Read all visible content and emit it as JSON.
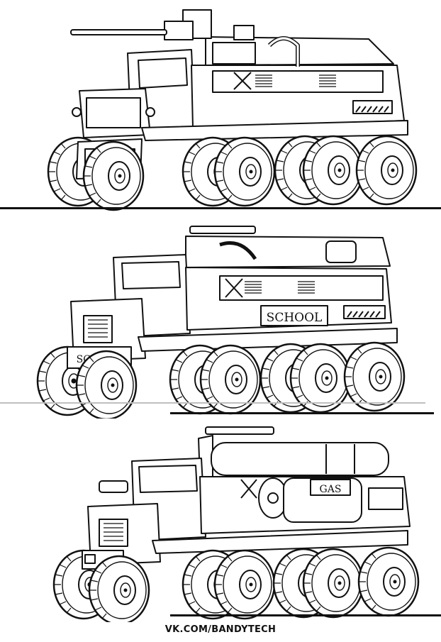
{
  "artwork": {
    "panels": [
      {
        "id": "armored",
        "sign_text": ""
      },
      {
        "id": "school",
        "sign_text": "SCHOOL",
        "front_sign_text": "SCHOOL"
      },
      {
        "id": "gas",
        "sign_text": "GAS"
      }
    ],
    "ink_color": "#111111",
    "paper_color": "#ffffff",
    "shadow_color": "#bfbfbf"
  },
  "footer": {
    "credit": "VK.COM/BANDYTECH"
  }
}
